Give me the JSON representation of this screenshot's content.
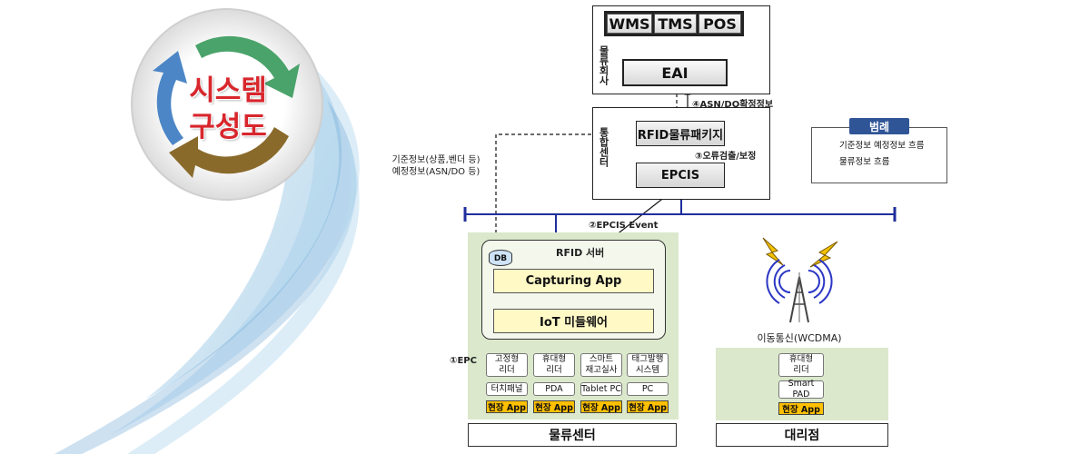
{
  "logo": {
    "line1": "시스템",
    "line2": "구성도"
  },
  "logistics_company": {
    "label": "물류회사",
    "systems": [
      "WMS",
      "TMS",
      "POS"
    ],
    "eai": "EAI"
  },
  "integration_center": {
    "label": "통합센터",
    "package": "RFID물류패키지",
    "epcis": "EPCIS"
  },
  "annotations": {
    "asn": "④ASN/DO확정정보",
    "error": "③오류검출/보정",
    "event": "②EPCIS Event",
    "epc": "①EPC",
    "master_line1": "기준정보(상품,벤더 등)",
    "master_line2": "예정정보(ASN/DO 등)"
  },
  "legend": {
    "title": "범례",
    "dashed": "기준정보 예정정보 흐름",
    "solid": "물류정보 흐름"
  },
  "rfid_server": {
    "title": "RFID 서버",
    "db": "DB",
    "capturing": "Capturing App",
    "middleware": "IoT 미들웨어"
  },
  "logistics_center": {
    "label": "물류센터",
    "readers": [
      {
        "line1": "고정형",
        "line2": "리더"
      },
      {
        "line1": "휴대형",
        "line2": "리더"
      },
      {
        "line1": "스마트",
        "line2": "재고실사"
      },
      {
        "line1": "태그발행",
        "line2": "시스템"
      }
    ],
    "devices": [
      "터치패널",
      "PDA",
      "Tablet PC",
      "PC"
    ],
    "app": "현장 App"
  },
  "agency": {
    "label": "대리점",
    "mobile": "이동통신(WCDMA)",
    "reader": {
      "line1": "휴대형",
      "line2": "리더"
    },
    "device": {
      "line1": "Smart",
      "line2": "PAD"
    },
    "app": "현장 App"
  },
  "colors": {
    "title_red": "#d8262c",
    "app_yellow": "#ffc000",
    "zone_green": "#dbe8cc",
    "legend_blue": "#2f5597",
    "bus_blue": "#1f2e9c"
  }
}
